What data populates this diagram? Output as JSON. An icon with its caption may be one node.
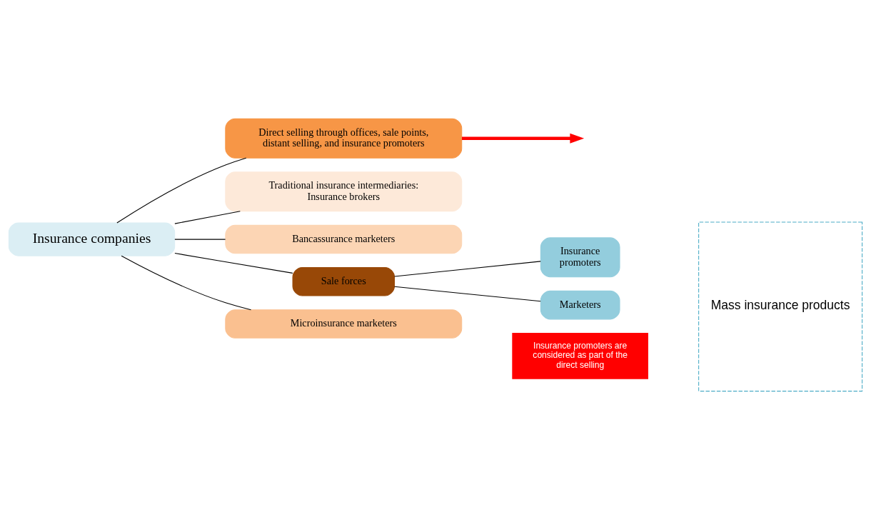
{
  "diagram": {
    "nodes": [
      {
        "text": [
          "Insurance companies"
        ]
      },
      {
        "text": [
          "Direct selling through offices, sale points, distant selling, and insurance promoters"
        ]
      },
      {
        "text": [
          "Traditional insurance intermediaries: Insurance brokers"
        ]
      },
      {
        "text": [
          "Bancassurance marketers"
        ]
      },
      {
        "text": [
          "Sale forces"
        ]
      },
      {
        "text": [
          "Insurance promoters"
        ]
      },
      {
        "text": [
          "Marketers"
        ]
      },
      {
        "text": [
          "Microinsurance marketers"
        ]
      },
      {
        "text": [
          "Insurance promoters are considered as part of the direct selling"
        ]
      },
      {
        "text": [
          "Mass insurance products"
        ]
      }
    ],
    "edges": [
      {
        "from": 0,
        "to": 1,
        "arrow": "none"
      },
      {
        "from": 0,
        "to": 2,
        "arrow": "none"
      },
      {
        "from": 0,
        "to": 3,
        "arrow": "none"
      },
      {
        "from": 0,
        "to": 4,
        "arrow": "none"
      },
      {
        "from": 0,
        "to": 7,
        "arrow": "none"
      },
      {
        "from": 4,
        "to": 5,
        "arrow": "none"
      },
      {
        "from": 4,
        "to": 6,
        "arrow": "none"
      },
      {
        "from": 1,
        "to": null,
        "arrow": "to",
        "style": "thick",
        "color": "#ff0000"
      }
    ]
  }
}
